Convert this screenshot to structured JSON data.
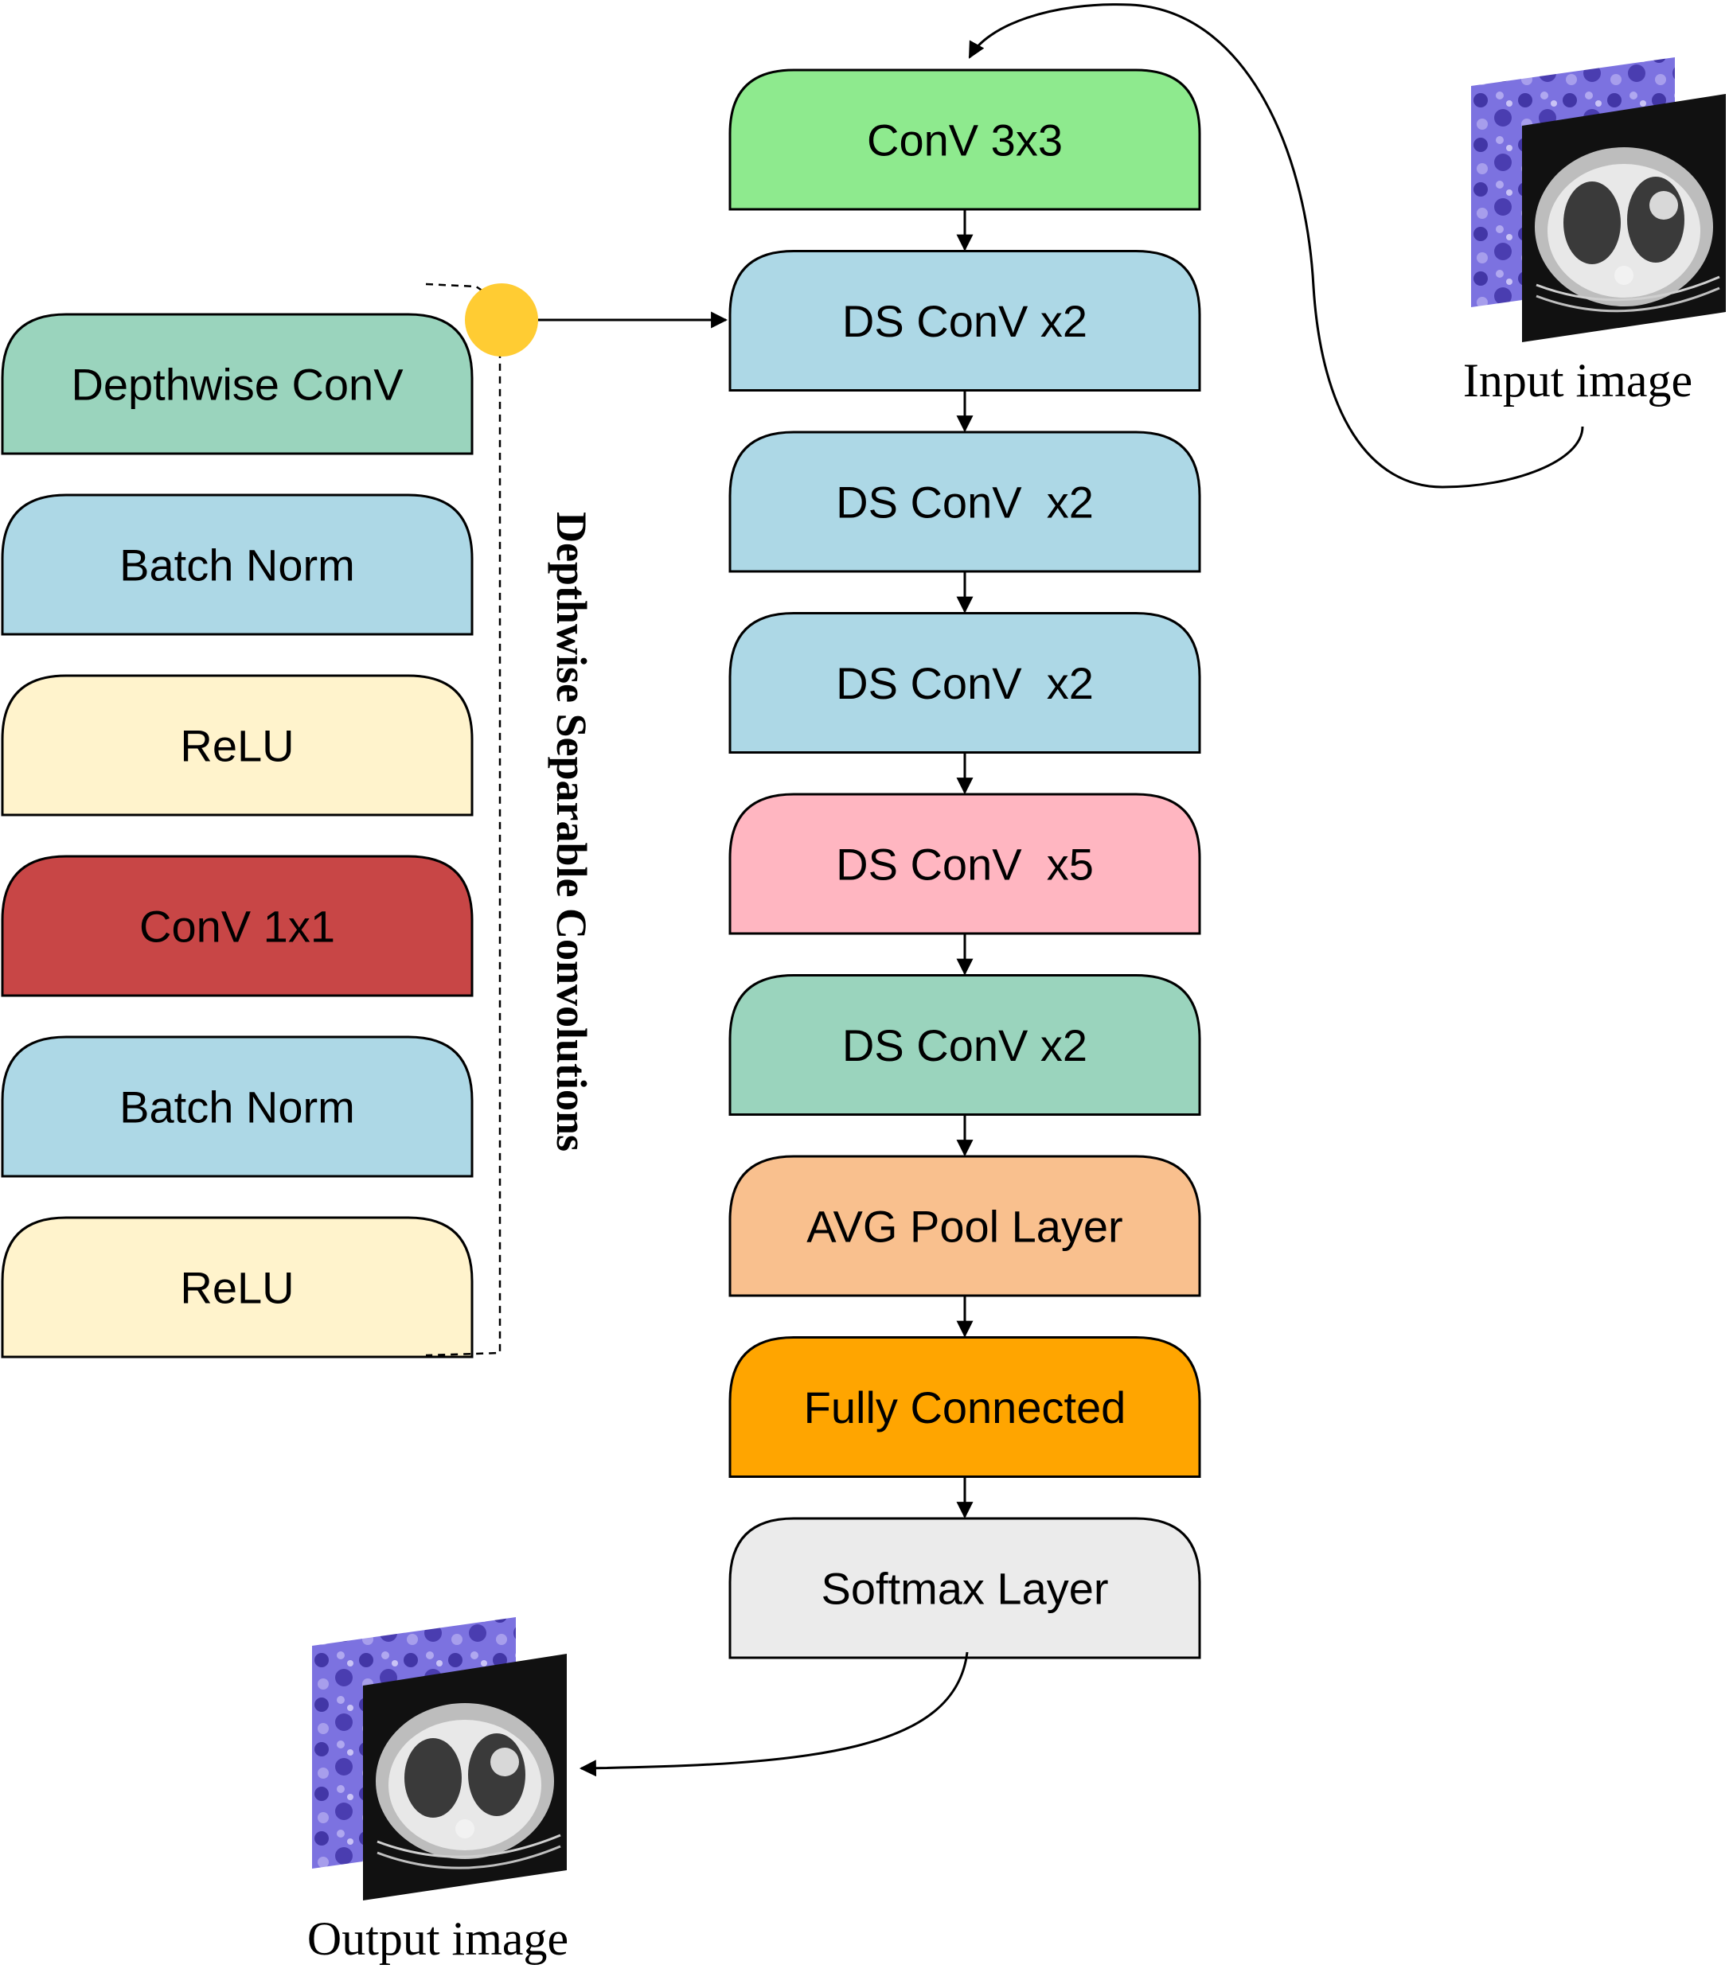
{
  "main_blocks": [
    {
      "id": "conv3x3",
      "label": "ConV 3x3",
      "color": "#8EEA8E"
    },
    {
      "id": "ds1",
      "label": "DS ConV x2",
      "color": "#ADD8E6"
    },
    {
      "id": "ds2",
      "label": "DS ConV  x2",
      "color": "#ADD8E6"
    },
    {
      "id": "ds3",
      "label": "DS ConV  x2",
      "color": "#ADD8E6"
    },
    {
      "id": "ds4",
      "label": "DS ConV  x5",
      "color": "#FFB6C1"
    },
    {
      "id": "ds5",
      "label": "DS ConV x2",
      "color": "#9AD4BD"
    },
    {
      "id": "avgpool",
      "label": "AVG Pool Layer",
      "color": "#F9C08E"
    },
    {
      "id": "fc",
      "label": "Fully Connected",
      "color": "#FFA500"
    },
    {
      "id": "softmax",
      "label": "Softmax Layer",
      "color": "#EBEBEB"
    }
  ],
  "detail_blocks": [
    {
      "id": "depthwise",
      "label": "Depthwise ConV",
      "color": "#9AD4BD"
    },
    {
      "id": "bn1",
      "label": "Batch Norm",
      "color": "#ADD8E6"
    },
    {
      "id": "relu1",
      "label": "ReLU",
      "color": "#FFF3CC"
    },
    {
      "id": "conv1x1",
      "label": "ConV 1x1",
      "color": "#C84646"
    },
    {
      "id": "bn2",
      "label": "Batch Norm",
      "color": "#ADD8E6"
    },
    {
      "id": "relu2",
      "label": "ReLU",
      "color": "#FFF3CC"
    }
  ],
  "bracket_label": "Depthwise Separable Convolutions",
  "input_label": "Input image",
  "output_label": "Output image",
  "connector_color": "#FFCC33"
}
